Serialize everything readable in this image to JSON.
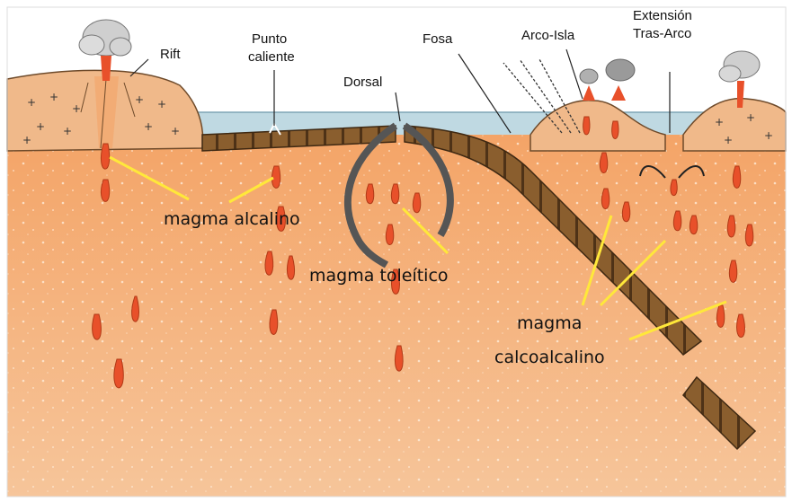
{
  "labels": {
    "rift": "Rift",
    "punto_1": "Punto",
    "punto_2": "caliente",
    "dorsal": "Dorsal",
    "fosa": "Fosa",
    "arco_isla": "Arco-Isla",
    "extension_1": "Extensión",
    "extension_2": "Tras-Arco"
  },
  "magma": {
    "alcalino": "magma alcalino",
    "toleitico": "magma toleítico",
    "calco_1": "magma",
    "calco_2": "calcoalcalino"
  },
  "colors": {
    "mantle": "#f2a066",
    "crust": "#f0b98a",
    "sea": "#bfd9e2",
    "plate": "#7a5228",
    "magma": "#e8502a",
    "pointer": "#ffe83a"
  }
}
